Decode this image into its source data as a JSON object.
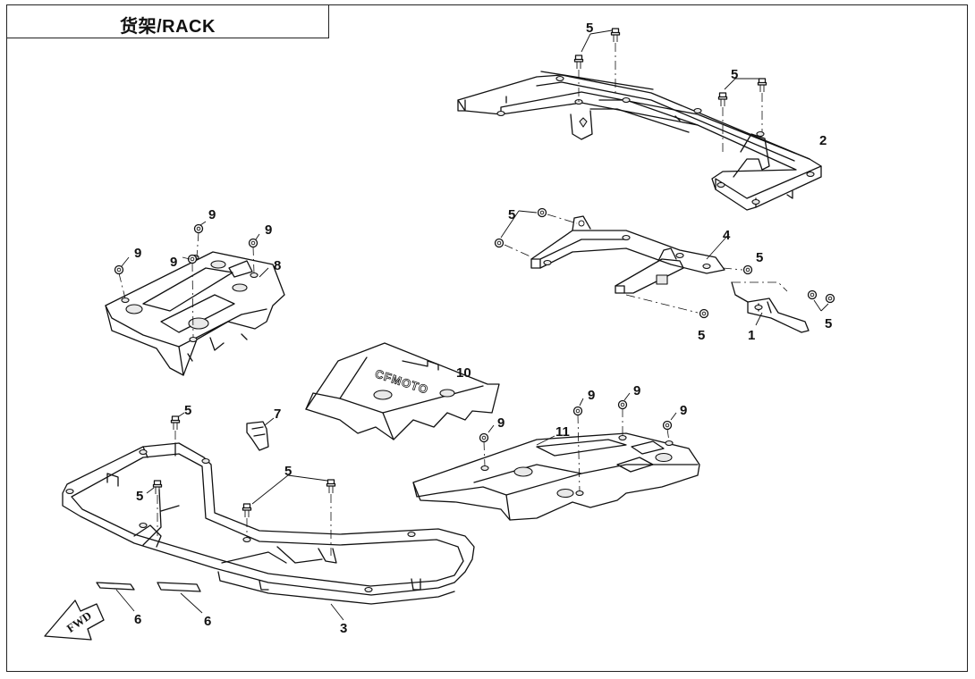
{
  "title": "货架/RACK",
  "logo_text": "CFMOTO",
  "fwd_label": "FWD",
  "callouts": [
    {
      "id": "c5a",
      "text": "5"
    },
    {
      "id": "c5b",
      "text": "5"
    },
    {
      "id": "c2",
      "text": "2"
    },
    {
      "id": "c5c",
      "text": "5"
    },
    {
      "id": "c4",
      "text": "4"
    },
    {
      "id": "c5d",
      "text": "5"
    },
    {
      "id": "c5e",
      "text": "5"
    },
    {
      "id": "c1",
      "text": "1"
    },
    {
      "id": "c5f",
      "text": "5"
    },
    {
      "id": "c9a",
      "text": "9"
    },
    {
      "id": "c9b",
      "text": "9"
    },
    {
      "id": "c9c",
      "text": "9"
    },
    {
      "id": "c9d",
      "text": "9"
    },
    {
      "id": "c8",
      "text": "8"
    },
    {
      "id": "c10",
      "text": "10"
    },
    {
      "id": "c7",
      "text": "7"
    },
    {
      "id": "c5g",
      "text": "5"
    },
    {
      "id": "c5h",
      "text": "5"
    },
    {
      "id": "c5i",
      "text": "5"
    },
    {
      "id": "c9e",
      "text": "9"
    },
    {
      "id": "c9f",
      "text": "9"
    },
    {
      "id": "c9g",
      "text": "9"
    },
    {
      "id": "c9h",
      "text": "9"
    },
    {
      "id": "c11",
      "text": "11"
    },
    {
      "id": "c6a",
      "text": "6"
    },
    {
      "id": "c6b",
      "text": "6"
    },
    {
      "id": "c3",
      "text": "3"
    }
  ]
}
